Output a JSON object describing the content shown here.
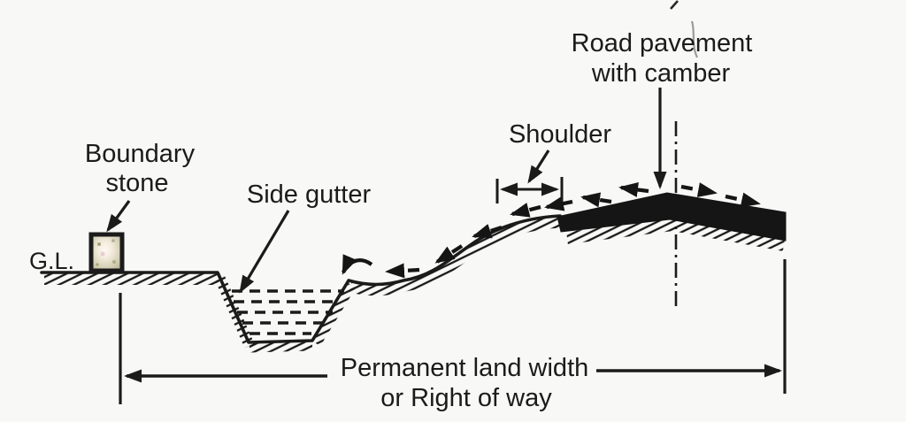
{
  "figure": {
    "background": "#f8f8f6",
    "ink_color": "#1b1b1b",
    "pavement_color": "#151515",
    "stone_fill_color": "#cfc9ad",
    "labels": {
      "boundary_stone": {
        "line1": "Boundary",
        "line2": "stone"
      },
      "side_gutter": "Side gutter",
      "shoulder": "Shoulder",
      "road_pavement": {
        "line1": "Road pavement",
        "line2": "with camber"
      },
      "ground_level": "G.L.",
      "land_width": {
        "line1": "Permanent land width",
        "line2": "or Right of way"
      }
    }
  }
}
